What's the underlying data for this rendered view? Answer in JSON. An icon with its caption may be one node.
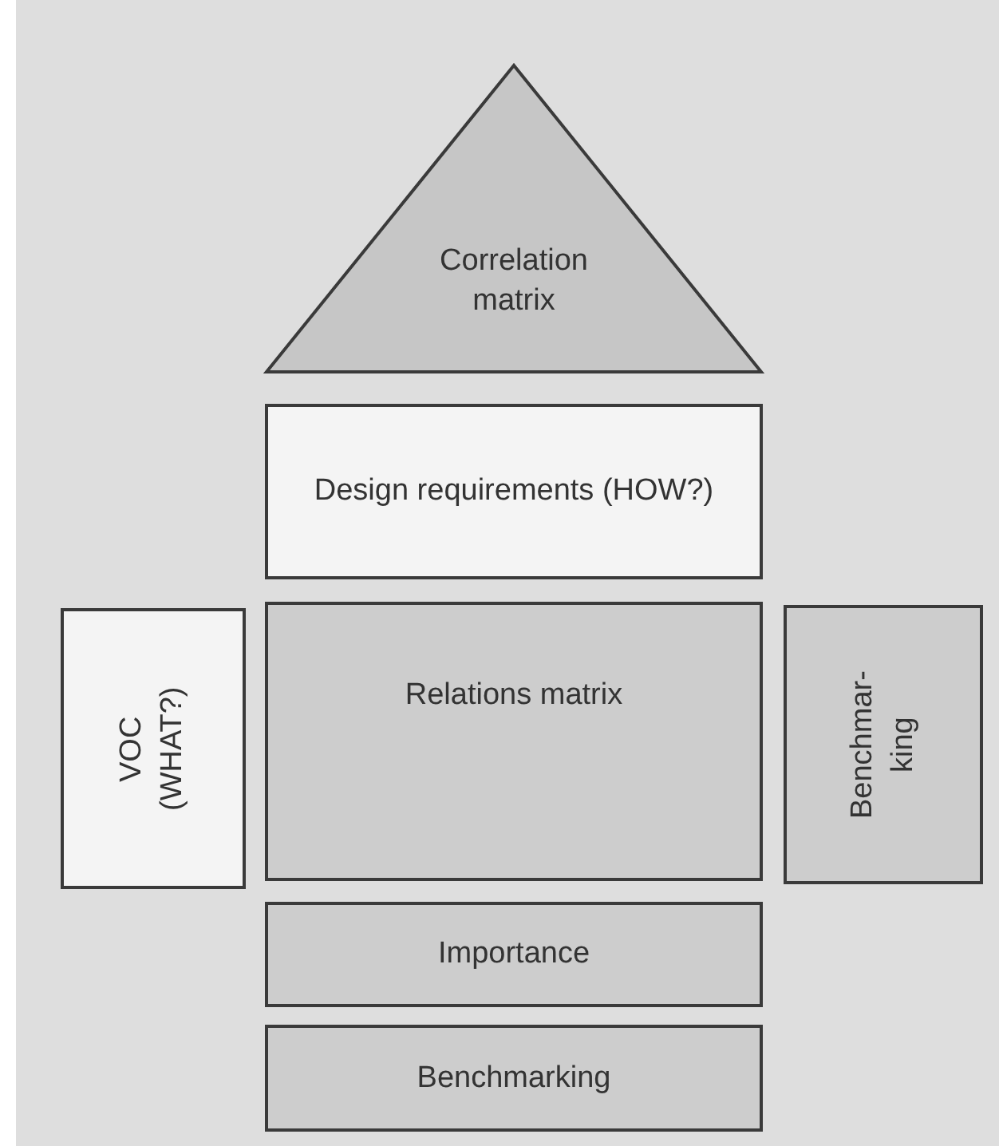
{
  "diagram": {
    "nodes": [
      {
        "text": [
          "Correlation matrix"
        ]
      },
      {
        "text": [
          "Design requirements (HOW?)"
        ]
      },
      {
        "text": [
          "VOC (WHAT?)"
        ]
      },
      {
        "text": [
          "Relations matrix"
        ]
      },
      {
        "text": [
          "Benchmar- king"
        ]
      },
      {
        "text": [
          "Importance"
        ]
      },
      {
        "text": [
          "Benchmarking"
        ]
      }
    ]
  }
}
